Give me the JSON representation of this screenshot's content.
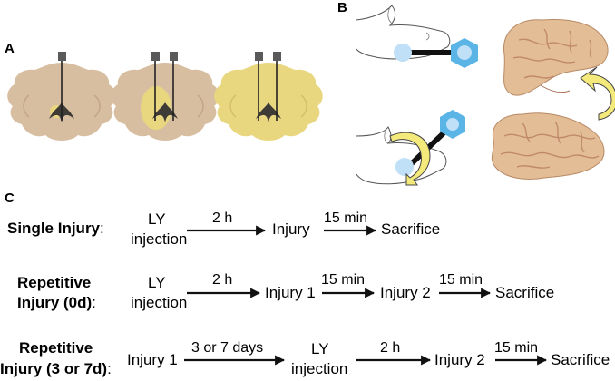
{
  "panels": {
    "a": "A",
    "b": "B",
    "c": "C"
  },
  "colors": {
    "brain_tissue": "#d8bea1",
    "lesion": "#e9d780",
    "probe": "#5a5a5a",
    "ventricle": "#3e3a36",
    "paddle": "#5ab4e6",
    "bulb": "#bfe0f6",
    "arrow_fill": "#f4ea7c",
    "brain_photo": "#e3bd95"
  },
  "timeline": {
    "single": {
      "label": "Single Injury",
      "colon": ":",
      "ly_line1": "LY",
      "ly_line2": "injection",
      "interval_1": "2 h",
      "injury": "Injury",
      "interval_2": "15 min",
      "end": "Sacrifice"
    },
    "repetitive_0d": {
      "label_line1": "Repetitive",
      "label_line2": "Injury (0d)",
      "colon": ":",
      "ly_line1": "LY",
      "ly_line2": "injection",
      "interval_1": "2 h",
      "injury_1": "Injury 1",
      "interval_2": "15 min",
      "injury_2": "Injury 2",
      "interval_3": "15 min",
      "end": "Sacrifice"
    },
    "repetitive_37d": {
      "label_line1": "Repetitive",
      "label_line2": "Injury (3 or 7d)",
      "colon": ":",
      "start": "Injury 1",
      "interval_1": "3 or 7 days",
      "ly_line1": "LY",
      "ly_line2": "injection",
      "interval_2": "2 h",
      "injury_2": "Injury 2",
      "interval_3": "15 min",
      "end": "Sacrifice"
    }
  }
}
